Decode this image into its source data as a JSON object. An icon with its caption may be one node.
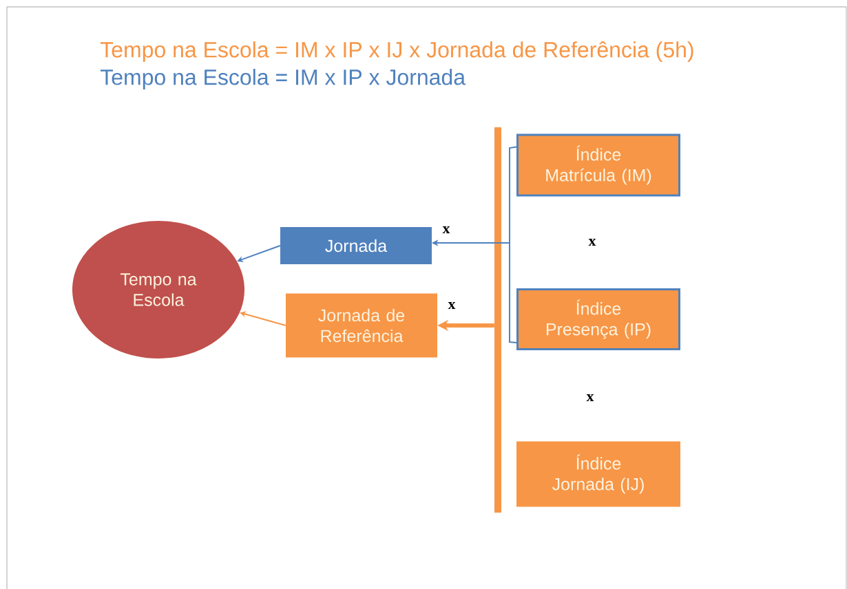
{
  "diagram": {
    "title": "Tempo na Escola = IM x IP x IJ x Jornada de Referência (5h)",
    "nodes": [
      {
        "text": [
          "Tempo na Escola"
        ]
      },
      {
        "text": [
          "Jornada"
        ]
      },
      {
        "text": [
          "Jornada de Referência"
        ]
      },
      {
        "text": [],
        "shape": "bar"
      },
      {
        "text": [
          "Índice Matrícula (IM)"
        ]
      },
      {
        "text": [
          "Índice Presença (IP)"
        ]
      },
      {
        "text": [
          "Índice Jornada (IJ)"
        ]
      }
    ],
    "edges": [
      {
        "from": 4,
        "to": 1,
        "arrow": "to"
      },
      {
        "from": 5,
        "to": 1,
        "arrow": "to"
      },
      {
        "from": 3,
        "to": 2,
        "arrow": "to",
        "style": "thick",
        "color": "#f79646"
      },
      {
        "from": 1,
        "to": 0,
        "arrow": "to"
      },
      {
        "from": 2,
        "to": 0,
        "arrow": "to",
        "color": "#f79646"
      }
    ],
    "labels": [
      "Tempo na Escola = IM x IP x Jornada",
      "x",
      "x",
      "x",
      "x"
    ]
  }
}
